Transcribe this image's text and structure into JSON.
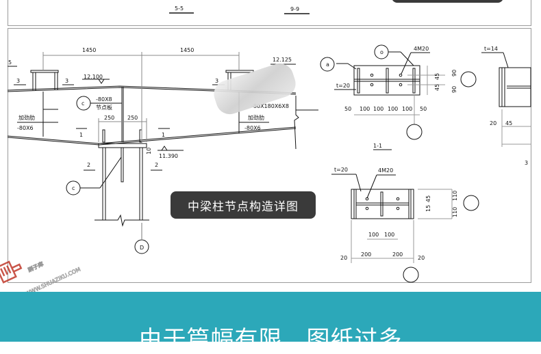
{
  "top_panel": {
    "section_a": "5-5",
    "section_b": "9-9"
  },
  "main_panel": {
    "caption": "中梁柱节点构造详图",
    "elevation": {
      "dim_span_left": "1450",
      "dim_span_right": "1450",
      "dim_half_left": "250",
      "dim_half_right": "250",
      "level_top_left": "12.100",
      "level_top_right": "12.125",
      "level_bottom": "11.390",
      "gusset_size": "-80X8",
      "gusset_label": "节点板",
      "stiffener_label_left": "加劲肋",
      "stiffener_size_left": "-80X6",
      "stiffener_label_right": "加劲肋",
      "stiffener_size_right": "-80X6",
      "plate_size_right": "-80X180X6X8",
      "cut_3a": "3",
      "cut_3b": "3",
      "cut_3c": "3",
      "cut_1a": "1",
      "cut_1b": "1",
      "cut_2a": "2",
      "cut_2b": "2",
      "edge_5": "5",
      "offset_10": "10",
      "bubble_c1": "c",
      "bubble_c2": "c",
      "axis_d": "D"
    },
    "section_1_1": {
      "title": "1-1",
      "bolts": "4M20",
      "plate": "t=20",
      "bubble_a": "a",
      "bubble_o": "o",
      "dims_bottom": [
        "50",
        "100",
        "100",
        "100",
        "100",
        "50"
      ],
      "dims_right_inner": [
        "45",
        "45"
      ],
      "dims_right_outer": [
        "90",
        "90"
      ]
    },
    "section_3": {
      "plate": "t=14",
      "dim_20": "20",
      "dim_45": "45",
      "title": "3"
    },
    "section_2": {
      "plate": "t=20",
      "bolts": "4M20",
      "dims_mid": [
        "100",
        "100"
      ],
      "dims_bottom": [
        "20",
        "200",
        "200",
        "20"
      ],
      "dims_right_inner": [
        "15",
        "45"
      ],
      "dims_right_outer": [
        "110",
        "110"
      ]
    },
    "watermark": {
      "brand": "刷子库",
      "url": "WWW.SHUAZIKU.COM",
      "color": "#c0392b"
    }
  },
  "banner": {
    "text": "由于篇幅有限，图纸过多",
    "color": "#2ca8b9"
  }
}
